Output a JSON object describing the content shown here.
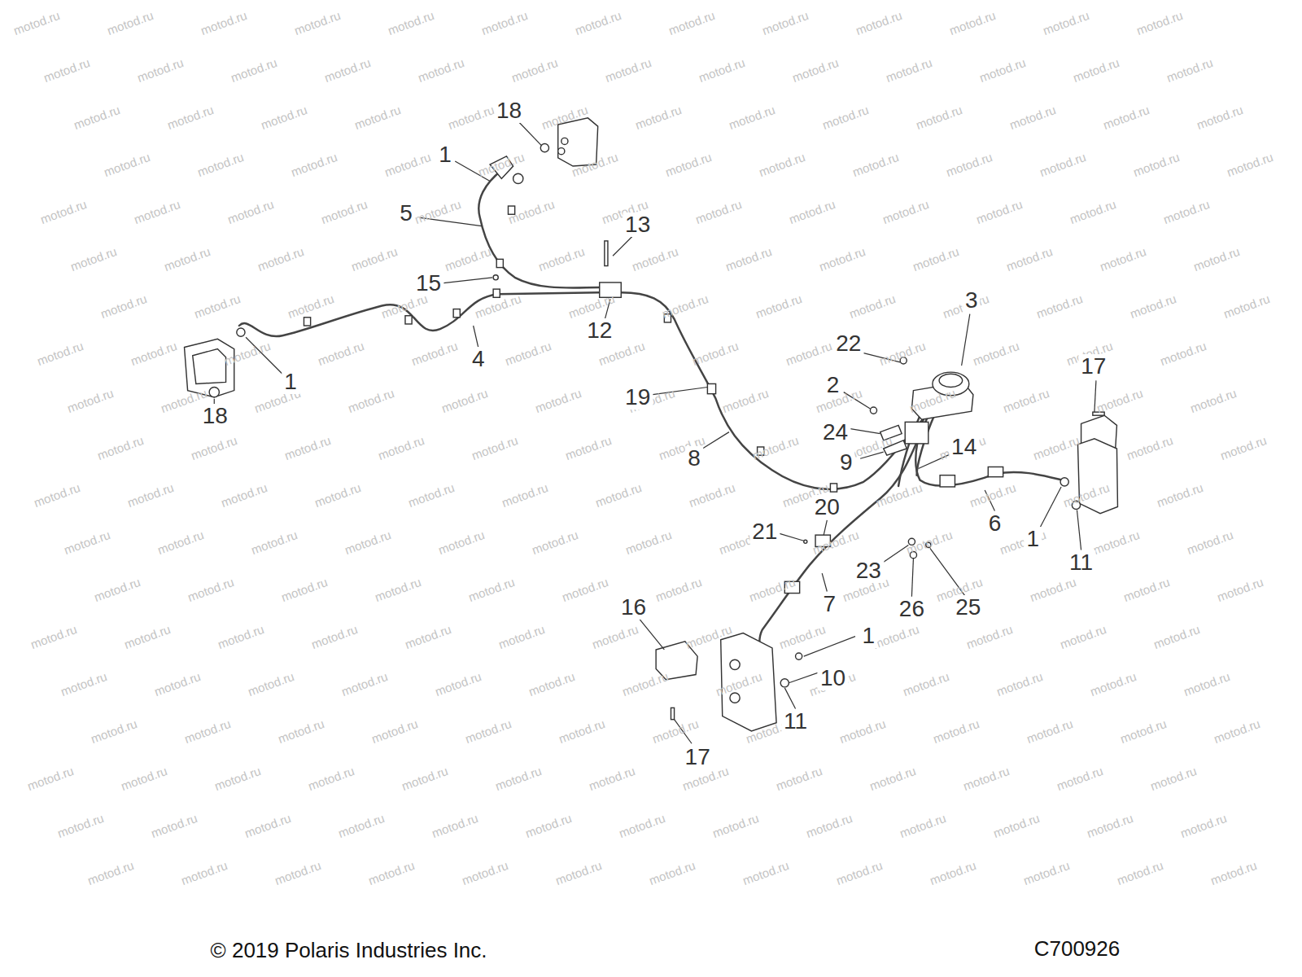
{
  "diagram": {
    "labels": [
      "18",
      "1",
      "5",
      "13",
      "15",
      "3",
      "12",
      "22",
      "17",
      "1",
      "4",
      "2",
      "19",
      "18",
      "24",
      "14",
      "9",
      "8",
      "6",
      "20",
      "21",
      "1",
      "11",
      "23",
      "7",
      "16",
      "26",
      "25",
      "1",
      "10",
      "11",
      "17",
      "© 2019 Polaris Industries Inc.",
      "C700926",
      "motod.ru",
      "motod.ru",
      "motod.ru",
      "motod.ru",
      "motod.ru",
      "motod.ru",
      "motod.ru",
      "motod.ru",
      "motod.ru",
      "motod.ru",
      "motod.ru",
      "motod.ru",
      "motod.ru",
      "motod.ru",
      "motod.ru",
      "motod.ru",
      "motod.ru",
      "motod.ru",
      "motod.ru",
      "motod.ru",
      "motod.ru",
      "motod.ru",
      "motod.ru",
      "motod.ru",
      "motod.ru",
      "motod.ru",
      "motod.ru",
      "motod.ru",
      "motod.ru",
      "motod.ru",
      "motod.ru",
      "motod.ru",
      "motod.ru",
      "motod.ru",
      "motod.ru",
      "motod.ru",
      "motod.ru",
      "motod.ru",
      "motod.ru",
      "motod.ru",
      "motod.ru",
      "motod.ru",
      "motod.ru",
      "motod.ru",
      "motod.ru",
      "motod.ru",
      "motod.ru",
      "motod.ru",
      "motod.ru",
      "motod.ru",
      "motod.ru",
      "motod.ru",
      "motod.ru",
      "motod.ru",
      "motod.ru",
      "motod.ru",
      "motod.ru",
      "motod.ru",
      "motod.ru",
      "motod.ru",
      "motod.ru",
      "motod.ru",
      "motod.ru",
      "motod.ru",
      "motod.ru",
      "motod.ru",
      "motod.ru",
      "motod.ru",
      "motod.ru",
      "motod.ru",
      "motod.ru",
      "motod.ru",
      "motod.ru",
      "motod.ru",
      "motod.ru",
      "motod.ru",
      "motod.ru",
      "motod.ru",
      "motod.ru",
      "motod.ru",
      "motod.ru",
      "motod.ru",
      "motod.ru",
      "motod.ru",
      "motod.ru",
      "motod.ru",
      "motod.ru",
      "motod.ru",
      "motod.ru",
      "motod.ru",
      "motod.ru",
      "motod.ru",
      "motod.ru",
      "motod.ru",
      "motod.ru",
      "motod.ru",
      "motod.ru",
      "motod.ru",
      "motod.ru",
      "motod.ru",
      "motod.ru",
      "motod.ru",
      "motod.ru",
      "motod.ru",
      "motod.ru",
      "motod.ru",
      "motod.ru",
      "motod.ru",
      "motod.ru",
      "motod.ru",
      "motod.ru",
      "motod.ru",
      "motod.ru",
      "motod.ru",
      "motod.ru",
      "motod.ru",
      "motod.ru",
      "motod.ru",
      "motod.ru",
      "motod.ru",
      "motod.ru",
      "motod.ru",
      "motod.ru",
      "motod.ru",
      "motod.ru",
      "motod.ru",
      "motod.ru",
      "motod.ru",
      "motod.ru",
      "motod.ru",
      "motod.ru",
      "motod.ru",
      "motod.ru",
      "motod.ru",
      "motod.ru",
      "motod.ru",
      "motod.ru",
      "motod.ru",
      "motod.ru",
      "motod.ru",
      "motod.ru",
      "motod.ru",
      "motod.ru",
      "motod.ru",
      "motod.ru",
      "motod.ru",
      "motod.ru",
      "motod.ru",
      "motod.ru",
      "motod.ru",
      "motod.ru",
      "motod.ru",
      "motod.ru",
      "motod.ru",
      "motod.ru",
      "motod.ru",
      "motod.ru",
      "motod.ru",
      "motod.ru",
      "motod.ru",
      "motod.ru",
      "motod.ru",
      "motod.ru",
      "motod.ru",
      "motod.ru",
      "motod.ru",
      "motod.ru",
      "motod.ru",
      "motod.ru",
      "motod.ru",
      "motod.ru",
      "motod.ru",
      "motod.ru",
      "motod.ru",
      "motod.ru",
      "motod.ru",
      "motod.ru",
      "motod.ru",
      "motod.ru",
      "motod.ru",
      "motod.ru",
      "motod.ru",
      "motod.ru",
      "motod.ru",
      "motod.ru",
      "motod.ru",
      "motod.ru",
      "motod.ru",
      "motod.ru",
      "motod.ru",
      "motod.ru",
      "motod.ru",
      "motod.ru",
      "motod.ru",
      "motod.ru",
      "motod.ru",
      "motod.ru",
      "motod.ru",
      "motod.ru",
      "motod.ru",
      "motod.ru",
      "motod.ru",
      "motod.ru",
      "motod.ru",
      "motod.ru",
      "motod.ru",
      "motod.ru",
      "motod.ru",
      "motod.ru",
      "motod.ru",
      "motod.ru",
      "motod.ru",
      "motod.ru",
      "motod.ru",
      "motod.ru",
      "motod.ru",
      "motod.ru",
      "motod.ru",
      "motod.ru",
      "motod.ru",
      "motod.ru",
      "motod.ru",
      "motod.ru",
      "motod.ru",
      "motod.ru",
      "motod.ru",
      "motod.ru",
      "motod.ru",
      "motod.ru",
      "motod.ru",
      "motod.ru",
      "motod.ru",
      "motod.ru",
      "motod.ru",
      "motod.ru",
      "motod.ru",
      "motod.ru",
      "motod.ru",
      "motod.ru",
      "motod.ru",
      "motod.ru",
      "motod.ru",
      "motod.ru",
      "motod.ru",
      "motod.ru",
      "motod.ru",
      "motod.ru"
    ]
  }
}
